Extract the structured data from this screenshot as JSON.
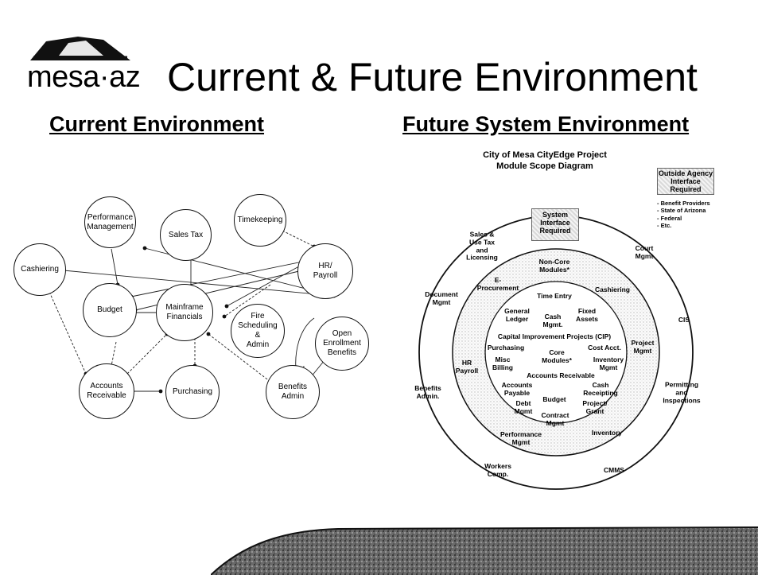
{
  "header": {
    "logo_text": "mesa·az",
    "title": "Current & Future Environment"
  },
  "current": {
    "heading": "Current Environment",
    "nodes": {
      "performance": "Performance\nManagement",
      "sales_tax": "Sales Tax",
      "timekeeping": "Timekeeping",
      "cashiering": "Cashiering",
      "hr_payroll": "HR/\nPayroll",
      "budget": "Budget",
      "mainframe": "Mainframe\nFinancials",
      "fire": "Fire\nScheduling\n&\nAdmin",
      "open_enrollment": "Open\nEnrollment\nBenefits",
      "accounts_receivable": "Accounts\nReceivable",
      "purchasing": "Purchasing",
      "benefits_admin": "Benefits\nAdmin"
    }
  },
  "future": {
    "heading": "Future System Environment",
    "diagram_title": "City of Mesa CityEdge Project\nModule Scope Diagram",
    "legend_box": "Outside Agency\nInterface\nRequired",
    "legend_items": "- Benefit Providers\n- State of Arizona\n- Federal\n- Etc.",
    "system_interface": "System\nInterface\nRequired",
    "outer": {
      "sales_use_tax": "Sales &\nUse Tax\nand\nLicensing",
      "court": "Court\nMgmt",
      "document": "Document\nMgmt",
      "cis": "CIS",
      "benefits": "Benefits\nAdmin.",
      "permitting": "Permitting\nand\nInspections",
      "workers": "Workers\nComp.",
      "cmms": "CMMS"
    },
    "middle": {
      "non_core": "Non-Core\nModules*",
      "e_procurement": "E-\nProcurement",
      "cashiering": "Cashiering",
      "project_mgmt": "Project\nMgmt",
      "hr_payroll": "HR\nPayroll",
      "inventory": "Inventory",
      "performance": "Performance\nMgmt"
    },
    "core": {
      "time_entry": "Time Entry",
      "general_ledger": "General\nLedger",
      "cash_mgmt": "Cash\nMgmt.",
      "fixed_assets": "Fixed\nAssets",
      "cip": "Capital Improvement Projects (CIP)",
      "purchasing": "Purchasing",
      "core_modules": "Core\nModules*",
      "cost_acct": "Cost Acct.",
      "misc_billing": "Misc\nBilling",
      "inventory_mgmt": "Inventory\nMgmt",
      "accounts_receivable": "Accounts Receivable",
      "accounts_payable": "Accounts\nPayable",
      "budget": "Budget",
      "cash_receipting": "Cash\nReceipting",
      "debt_mgmt": "Debt\nMgmt",
      "project_grant": "Project/\nGrant",
      "contract_mgmt": "Contract\nMgmt"
    }
  }
}
